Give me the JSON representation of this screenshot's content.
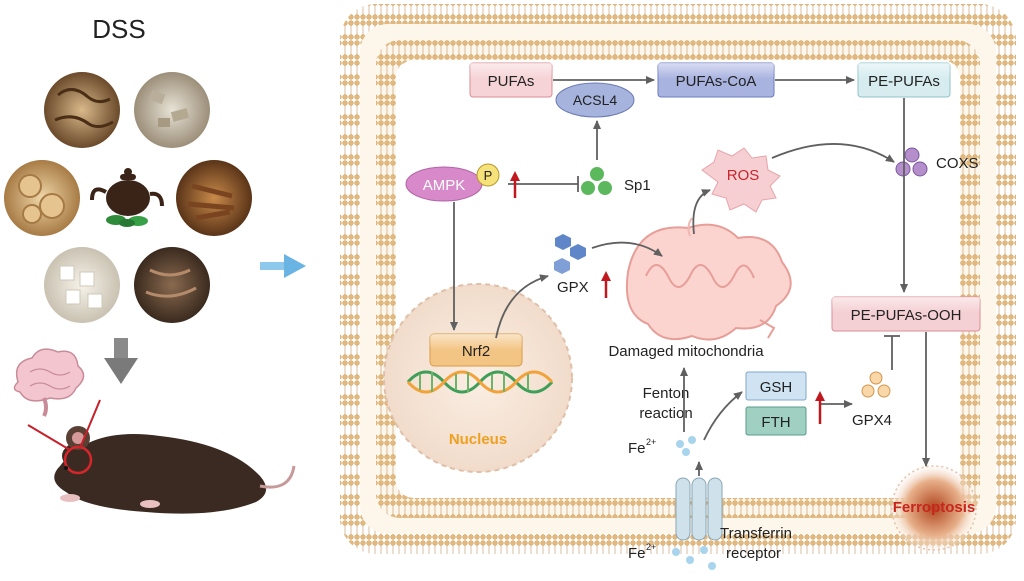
{
  "left_panel": {
    "title": "DSS",
    "herb_icons": [
      "herb-slices",
      "herb-chips",
      "herb-discs",
      "teapot-icon",
      "herb-strips",
      "herb-cubes",
      "herb-roots"
    ],
    "subject_icons": [
      "brain-icon",
      "mouse-icon"
    ]
  },
  "cell": {
    "boxes": {
      "pufas": "PUFAs",
      "pufas_coa": "PUFAs-CoA",
      "pe_pufas": "PE-PUFAs",
      "acsl4": "ACSL4",
      "pe_pufas_ooh": "PE-PUFAs-OOH",
      "nrf2": "Nrf2",
      "gsh": "GSH",
      "fth": "FTH"
    },
    "labels": {
      "ampk": "AMPK",
      "p": "P",
      "sp1": "Sp1",
      "ros": "ROS",
      "coxs": "COXS",
      "gpx": "GPX",
      "gpx4": "GPX4",
      "mito": "Damaged mitochondria",
      "fenton_line1": "Fenton",
      "fenton_line2": "reaction",
      "nucleus": "Nucleus",
      "fe_inner": "Fe",
      "fe_outer": "Fe",
      "fe_charge": "2+",
      "transferrin_line1": "Transferrin",
      "transferrin_line2": "receptor",
      "ferroptosis": "Ferroptosis"
    }
  },
  "colors": {
    "membrane": "#e3b87a",
    "cytoplasm": "#fdf6ea",
    "pufas_fill": "#f6d3d6",
    "coa_fill": "#a9b3e0",
    "pe_fill": "#d6ecef",
    "ampk_fill": "#d889c9",
    "sp1_green": "#5cb85c",
    "up_arrow": "#c0181f",
    "nucleus_text": "#f0a020",
    "ferroptosis_text": "#c8251d",
    "gsh_fill": "#cfe3f2",
    "fth_fill": "#9fd0c2"
  }
}
